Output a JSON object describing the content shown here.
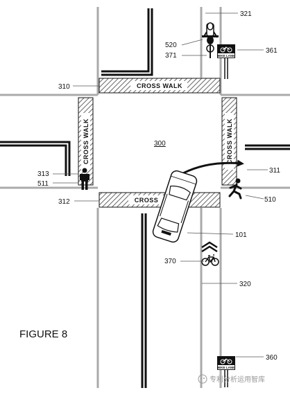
{
  "figure": {
    "caption": "FIGURE 8",
    "intersection_ref": "300",
    "crosswalks": {
      "north": "CROSS WALK",
      "west": "CROSS WALK",
      "east": "CROSS WALK",
      "south": "CROSS"
    },
    "reference_numerals": {
      "r321": "321",
      "r520": "520",
      "r371": "371",
      "r361": "361",
      "r310": "310",
      "r313": "313",
      "r511": "511",
      "r311": "311",
      "r312": "312",
      "r510": "510",
      "r101": "101",
      "r370": "370",
      "r320": "320",
      "r360": "360"
    },
    "signs": {
      "bike_lane": "BIKE LANE"
    },
    "watermark": "专利分析运用智库",
    "colors": {
      "ink": "#111111",
      "road_line": "#aaaaaa",
      "crosswalk_hatch": "#666666"
    },
    "icons": [
      "pedestrian-icon",
      "runner-icon",
      "cyclist-icon",
      "bicycle-icon",
      "bike-lane-sign-icon",
      "car-icon",
      "direction-arrow-icon",
      "lane-chevron-icon"
    ]
  }
}
